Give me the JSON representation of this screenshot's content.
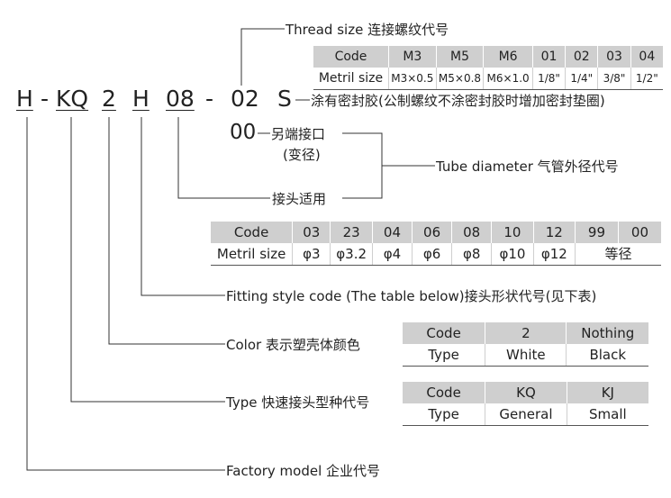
{
  "code_chars": {
    "h": "H",
    "dash1": "-",
    "kq": "KQ",
    "two": "2",
    "h2": "H",
    "num08": "08",
    "dash2": "-",
    "num02": "02",
    "s": "S"
  },
  "alt_code": "00",
  "labels": {
    "thread_size": "Thread size 连接螺纹代号",
    "sealant": "涂有密封胶(公制螺纹不涂密封胶时增加密封垫圈)",
    "other_end": "另端接口",
    "reducer": "(变径)",
    "tube_diameter": "Tube diameter 气管外径代号",
    "fitting_applied": "接头适用",
    "fitting_style": "Fitting style code (The table below)接头形状代号(见下表)",
    "color": "Color 表示塑壳体颜色",
    "type": "Type 快速接头型种代号",
    "factory": "Factory model 企业代号"
  },
  "thread_table": {
    "header": [
      "Code",
      "M3",
      "M5",
      "M6",
      "01",
      "02",
      "03",
      "04"
    ],
    "row": [
      "Metril size",
      "M3×0.5",
      "M5×0.8",
      "M6×1.0",
      "1/8\"",
      "1/4\"",
      "3/8\"",
      "1/2\""
    ]
  },
  "tube_table": {
    "header": [
      "Code",
      "03",
      "23",
      "04",
      "06",
      "08",
      "10",
      "12",
      "99",
      "00"
    ],
    "row": [
      "Metril size",
      "φ3",
      "φ3.2",
      "φ4",
      "φ6",
      "φ8",
      "φ10",
      "φ12",
      "等径"
    ]
  },
  "color_table": {
    "header": [
      "Code",
      "2",
      "Nothing"
    ],
    "row": [
      "Type",
      "White",
      "Black"
    ]
  },
  "type_table": {
    "header": [
      "Code",
      "KQ",
      "KJ"
    ],
    "row": [
      "Type",
      "General",
      "Small"
    ]
  }
}
